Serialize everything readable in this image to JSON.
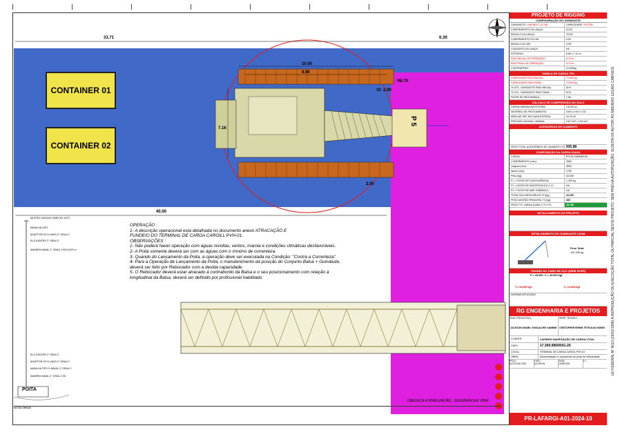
{
  "plan": {
    "container1": "CONTAINER 01",
    "container2": "CONTAINER 02",
    "poita_block": "P 5",
    "dims": {
      "top_left": "33.71",
      "top_right": "6.39",
      "crane_width": "10.00",
      "crane_inner": "8.69",
      "radius": "R8.70",
      "side_10": "10",
      "side_2": "2.00",
      "side_left": "7.16",
      "offset": "2.00",
      "bottom": "40.00"
    }
  },
  "elevation": {
    "labels": [
      "MOITÃO GANCHO SIMPLES 10GT",
      "MANILHA 10ST",
      "ADAPTOR OS 5 LINKS 2\" GRAU 2",
      "ELO KENTER 2\" GRAU 2",
      "AMARRA NAVAL 2\" GRAU 2 55,5 KGS m",
      "ELO KENTER 2\" GRAU 2",
      "ADAPTOR OS 5 LINKS 2\" GRAU 2",
      "MANILHA TIPO D NAVAL 2\" GRAU 2",
      "AMARRA NAVAL 2\" GRAU 2 55"
    ],
    "poita": "POITA"
  },
  "notes": {
    "operation_title": "OPERAÇÃO :",
    "operation_lines": [
      "1- A descrição operacional esta detalhada no documento anexo ATRACAÇÃO E",
      "FUNDEIO DO TERMINAL DE CARGA CARGILL PVH-01."
    ],
    "observations_title": "OBSERVAÇÕES :",
    "observations": [
      "1- Não poderá haver operação com águas revoltas, ventos, marola e condições climáticas desfavoráveis.",
      "2- A Poita somente deverá ser com as águas com o mínimo de correnteza.",
      "3- Quando do Lançamento da Poita, a operação deve ser executada na Condição: \"Contra a Correnteza\".",
      "4- Para a Operação de Lançamento da Poita, o manutenimento da posição do Conjunto Balsa + Guindaste,",
      "deverá ser feito por Rebocador com a devida capacidade.",
      "5- O Rebocador deverá estar atracado à contrabordo da Balsa e o seu posicionamento com relação à",
      "longitudinal da Balsa, deverá ser definido por profissional habilitado."
    ],
    "obey": "OBEDEÇA A SINALIZAÇÃO.. SEGURANÇA É VIDA!",
    "general_title": "NOTAS GERAIS"
  },
  "titleblock": {
    "title": "PROJETO DE RIGGING",
    "subtitle": "CONFIGURAÇÃO DO GUINDASTE",
    "guindaste_label": "GUINDASTE:",
    "guindaste_value": "LINK BELT LS 208",
    "capacidade_label": "CAPACIDADE:",
    "capacidade_value": "200TON",
    "config": [
      {
        "k": "COMPRIMENTO DA LANÇA:",
        "v": "33.53"
      },
      {
        "k": "ÂNGULO DA LANÇA:",
        "v": "75.90°"
      },
      {
        "k": "COMPRIMENTO DO JIB:",
        "v": "0.00"
      },
      {
        "k": "ÂNGULO DO JIB:",
        "v": "0.00°"
      },
      {
        "k": "CONJUNTO DA LANÇA:",
        "v": "HA"
      },
      {
        "k": "ESTEIRAS:",
        "v": "8.69 x 7.10 m"
      },
      {
        "k": "RAIO INICIAL DE OPERAÇÃO:",
        "v": "8.70 m"
      },
      {
        "k": "RAIO FINAL DE OPERAÇÃO:",
        "v": "8.70 m"
      },
      {
        "k": "CONTRAPESO:",
        "v": "10.000kg"
      }
    ],
    "tabela_title": "TABELA DE CARGA 75%",
    "tabela": [
      {
        "k": "CAPACIDADE RAIO INICIAL:",
        "v": "73.600 kg"
      },
      {
        "k": "CAPACIDADE RAIO FINAL:",
        "v": "73.600 kg"
      },
      {
        "k": "% UTIL. GUINDASTE RAIO INICIAL:",
        "v": "61%"
      },
      {
        "k": "% UTIL. GUINDASTE RAIO FINAL:",
        "v": "61%"
      },
      {
        "k": "FATOR DE SEGURANÇA:",
        "v": "1.66"
      }
    ],
    "pressao_title": "CÁLCULO DE COMPRESSÃO NO SOLO",
    "pressao": [
      {
        "k": "CARGA MÁXIMA NA ESTEIRA:",
        "v": "144.52 kn"
      },
      {
        "k": "MATERIAL DE PATOLAMENTO:",
        "v": "8.69 x 2.00 x 0.30"
      },
      {
        "k": "ÁREA DE PAT. EM CADA ESTEIRA:",
        "v": "34.76 m²"
      },
      {
        "k": "PRESSÃO MÁXIMA / MÍNIMA:",
        "v": "4.87 t/m² / 1.83 t/m²"
      }
    ],
    "acess_title": "ACESSÓRIOS DE IÇAMENTO",
    "acess_total_label": "PESO TOTAL ACESSÓRIOS DE IÇAMENTO T1 (kg):",
    "acess_total": "935.88",
    "comp_title": "COMPOSIÇÃO DA CARGA IÇADA",
    "comp": [
      {
        "k": "CARGA:",
        "v": "POITA SUBMERSA"
      },
      {
        "k": "COMPRIMENTO (mm):",
        "v": "3500"
      },
      {
        "k": "Largura (mm):",
        "v": "3500"
      },
      {
        "k": "Altura (mm):",
        "v": "1700"
      },
      {
        "k": "Peso (kg):",
        "v": "43.000"
      },
      {
        "k": "F1 = FATOR DE CONTINGÊNCIA:",
        "v": "1.290 kg"
      },
      {
        "k": "F2 = FATOR DE INCERTEZA DO C.G.:",
        "v": "HA"
      },
      {
        "k": "F3 = FATOR DE AMP. DINÂMICA:",
        "v": "HA"
      }
    ],
    "carga_bruta_label": "TOTAL DA CARGA BRUTA T2 (kg):",
    "carga_bruta": "44.290",
    "moitao_label": "PESO MOITÃO PRINCIPAL T3 (kg):",
    "moitao": "450",
    "total_label": "PESO TTL CARGA IÇADA T=T1+T2:",
    "total": "45.788",
    "detalhamento_title": "DETALHAMENTO DO PROJETO",
    "guindaste_det_title": "DETALHAMENTO DO GUINDASTE LS248",
    "peso_total_label": "Peso Total:",
    "peso_total_value": "122.156 kg",
    "tensao_title": "TENSÃO NO CABO DE AÇO (WIRE ROPE)",
    "tensao_formula": "P = 43.000 / 1 = 43.000 kgf",
    "tensao_values": [
      "T= 43.000 kgf",
      "T= 24.818 kgf"
    ],
    "normas_title": "NORMAS APLICADAS",
    "company": "RG ENGENHARIA E PROJETOS",
    "eng_proj": "ENG. PROJETISTA:",
    "resp_tec": "RESP. TÉCNICO:",
    "eng_name": "JACKSON DANIEL GONÇALVES GAMBIM",
    "resp_name": "CRISTOPHER ERWIN TETELKAS NUNES",
    "cliente_label": "CLIENTE:",
    "cliente": "LAFARGI NAVEGAÇÃO DE CARGA LTDA.",
    "cnpj_label": "CNPJ:",
    "cnpj": "17.369.985/0001-20",
    "local_label": "LOCAL:",
    "local": "TERMINAL DE CARGA CARGIL PVH-01",
    "obra_label": "OBRA:",
    "obra": "Movimentação e Lançamento de poita de 43toneladas",
    "proj_label": "PROJ.:",
    "proj": "AUTOCAD 2023",
    "exec_label": "EXEC.:",
    "exec": "JACKSON",
    "data_label": "DATA:",
    "data": "10/06/2024",
    "escala": "1:1",
    "drawing_no": "PR-LAFARGI-A01-2024-10"
  },
  "vertical_note": "LEI FEDERAL Nº 9610 (19/02/1998) A REPRODUÇÃO OU EXECUÇÃO TOTAL OU PARCIAL DESTE PROJETO, SEM PRÉVIA AUTORIZAÇÃO, SUJEITA OS AUTOR ÀS MEDIDAS LEGAIS CABÍVEIS.",
  "colors": {
    "barge_blue": "#4169c8",
    "deck_magenta": "#e020e0",
    "container_yellow": "#f1e34a",
    "accent_red": "#e31d1d",
    "crane_body": "#d9d8a8",
    "track_orange": "#c8681e"
  }
}
